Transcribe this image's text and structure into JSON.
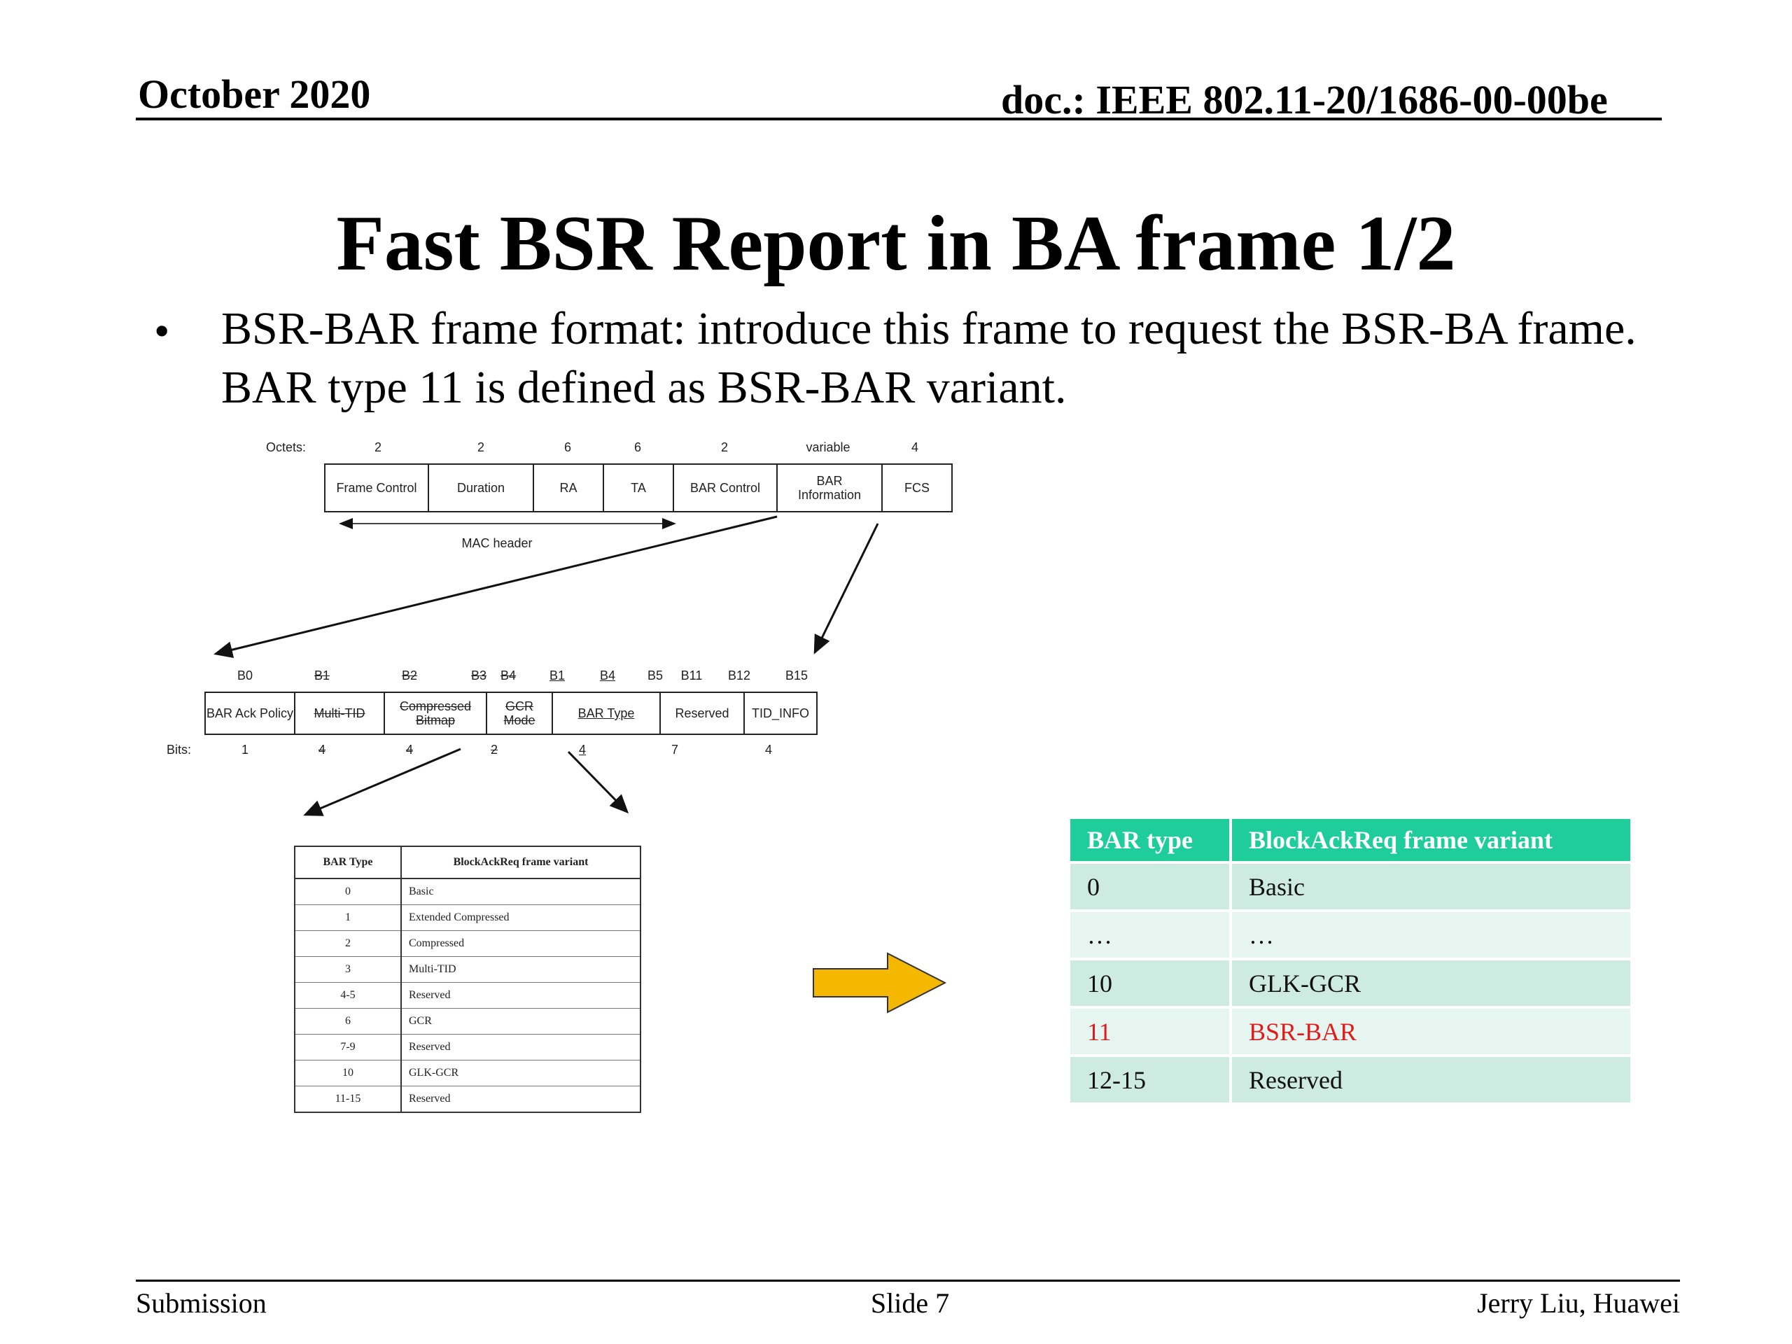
{
  "header": {
    "date": "October 2020",
    "doc": "doc.: IEEE 802.11-20/1686-00-00be"
  },
  "title": "Fast BSR Report in BA frame 1/2",
  "bullet": {
    "text": "BSR-BAR frame format: introduce this frame to request the BSR-BA frame. BAR type 11 is defined as BSR-BAR variant."
  },
  "frame_format": {
    "octets_label": "Octets:",
    "octets": [
      "2",
      "2",
      "6",
      "6",
      "2",
      "variable",
      "4"
    ],
    "fields": [
      "Frame Control",
      "Duration",
      "RA",
      "TA",
      "BAR Control",
      "BAR Information",
      "FCS"
    ],
    "mac_header_label": "MAC header"
  },
  "bar_control": {
    "bit_positions": [
      "B0",
      "B1",
      "B2",
      "B3",
      "B4",
      "B1",
      "B4",
      "B5",
      "B11",
      "B12",
      "B15"
    ],
    "fields": [
      "BAR Ack Policy",
      "Multi-TID",
      "Compressed Bitmap",
      "GCR Mode",
      "BAR Type",
      "Reserved",
      "TID_INFO"
    ],
    "bits_label": "Bits:",
    "bits": [
      "1",
      "4",
      "4",
      "2",
      "4",
      "7",
      "4"
    ]
  },
  "original_table": {
    "headers": [
      "BAR Type",
      "BlockAckReq frame variant"
    ],
    "rows": [
      [
        "0",
        "Basic"
      ],
      [
        "1",
        "Extended Compressed"
      ],
      [
        "2",
        "Compressed"
      ],
      [
        "3",
        "Multi-TID"
      ],
      [
        "4-5",
        "Reserved"
      ],
      [
        "6",
        "GCR"
      ],
      [
        "7-9",
        "Reserved"
      ],
      [
        "10",
        "GLK-GCR"
      ],
      [
        "11-15",
        "Reserved"
      ]
    ]
  },
  "new_table": {
    "headers": [
      "BAR type",
      "BlockAckReq frame variant"
    ],
    "rows": [
      [
        "0",
        "Basic"
      ],
      [
        "…",
        "…"
      ],
      [
        "10",
        "GLK-GCR"
      ],
      [
        "11",
        "BSR-BAR"
      ],
      [
        "12-15",
        "Reserved"
      ]
    ],
    "header_color": "#1fcc9c",
    "highlight_color": "#e01b1b"
  },
  "arrow_color": "#f5b800",
  "footer": {
    "left": "Submission",
    "center": "Slide 7",
    "right": "Jerry Liu, Huawei"
  }
}
